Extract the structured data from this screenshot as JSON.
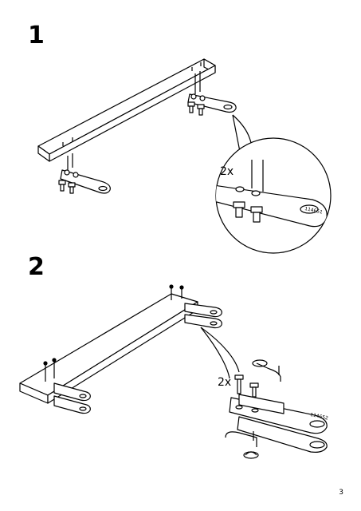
{
  "steps": [
    {
      "number": "1",
      "qty_label": "2x",
      "part_number": "114651"
    },
    {
      "number": "2",
      "qty_label": "2x",
      "part_number": "114652"
    }
  ],
  "page_number": "3"
}
